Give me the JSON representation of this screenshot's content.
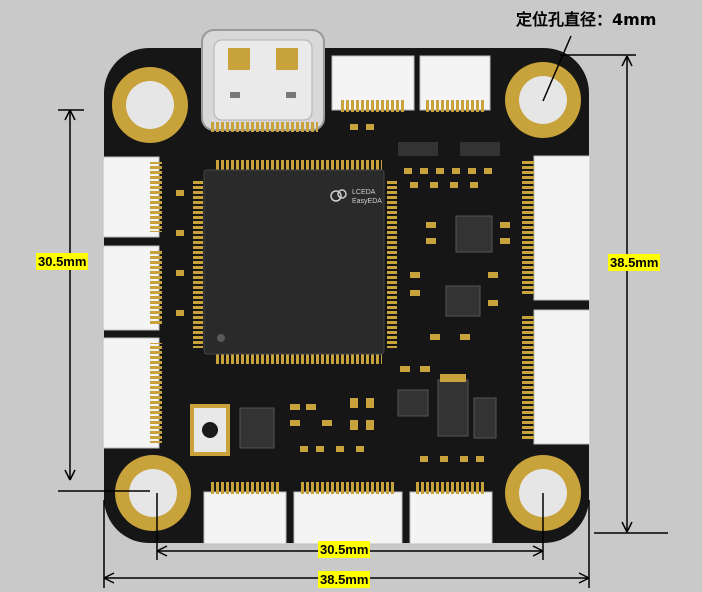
{
  "annotations": {
    "hole_diameter": "定位孔直径：4mm",
    "left_vertical": "30.5mm",
    "right_vertical": "38.5mm",
    "bottom_inner": "30.5mm",
    "bottom_outer": "38.5mm"
  },
  "board": {
    "chip_logo_line1": "LCEDA",
    "chip_logo_line2": "EasyEDA",
    "colors": {
      "pcb": "#161616",
      "gold": "#c8a23a",
      "connector": "#f4f4f4",
      "usb": "#d8d8d8",
      "chip": "#2a2a2a",
      "background": "#c9c9c9",
      "label_bg": "#ffff00"
    }
  }
}
